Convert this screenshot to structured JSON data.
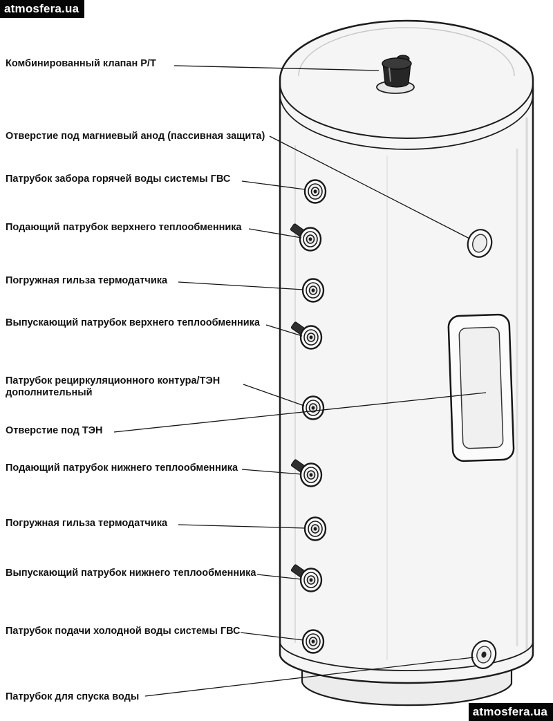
{
  "watermark": {
    "text": "atmosfera.ua"
  },
  "colors": {
    "badge_bg": "#050505",
    "badge_text": "#ffffff",
    "line_color": "#161616",
    "tank_fill": "#f5f5f5"
  },
  "diagram": {
    "subject": "water-heater-tank-schematic",
    "labels": [
      {
        "id": "pt-valve",
        "text": "Комбинированный клапан Р/Т"
      },
      {
        "id": "anode-opening",
        "text": "Отверстие под магниевый анод (пассивная защита)"
      },
      {
        "id": "hot-water-outlet",
        "text": "Патрубок забора горячей воды системы ГВС"
      },
      {
        "id": "upper-hx-inlet",
        "text": "Подающий патрубок верхнего теплообменника"
      },
      {
        "id": "thermo-sleeve-upper",
        "text": "Погружная гильза термодатчика"
      },
      {
        "id": "upper-hx-outlet",
        "text": "Выпускающий патрубок верхнего теплообменника"
      },
      {
        "id": "recirculation-port",
        "text": "Патрубок рециркуляционного контура/ТЭН дополнительный"
      },
      {
        "id": "ten-opening",
        "text": "Отверстие под ТЭН"
      },
      {
        "id": "lower-hx-inlet",
        "text": "Подающий патрубок нижнего теплообменника"
      },
      {
        "id": "thermo-sleeve-lower",
        "text": "Погружная гильза термодатчика"
      },
      {
        "id": "lower-hx-outlet",
        "text": "Выпускающий патрубок нижнего теплообменника"
      },
      {
        "id": "cold-water-inlet",
        "text": "Патрубок подачи холодной воды системы ГВС"
      },
      {
        "id": "drain-port",
        "text": "Патрубок для спуска воды"
      }
    ]
  }
}
